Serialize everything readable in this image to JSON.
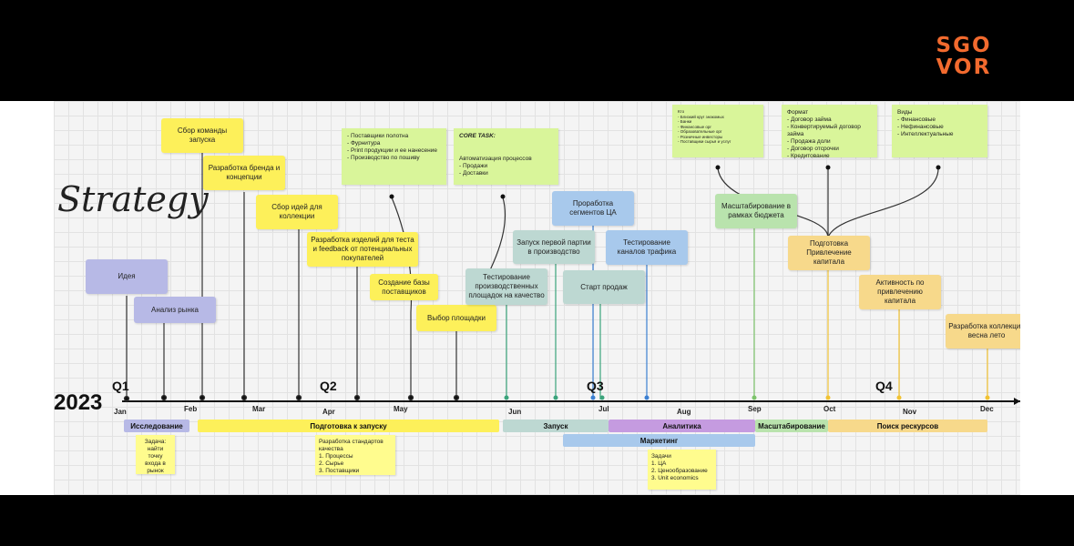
{
  "brand": {
    "logo_line1": "SGO",
    "logo_line2": "VOR",
    "accent": "#f26a2e"
  },
  "board": {
    "title": "Strategy",
    "year": "2023"
  },
  "quarters": [
    "Q1",
    "Q2",
    "Q3",
    "Q4"
  ],
  "months": [
    "Jan",
    "Feb",
    "Mar",
    "Apr",
    "May",
    "Jun",
    "Jul",
    "Aug",
    "Sep",
    "Oct",
    "Nov",
    "Dec"
  ],
  "milestones": [
    "Идея",
    "Анализ рынка",
    "Сбор команды запуска",
    "Разработка бренда и концепции",
    "Сбор идей для коллекции",
    "Разработка изделий для теста и feedback от потенциальных покупателей",
    "Создание базы поставщиков",
    "Выбор площадки",
    "Тестирование производственных площадок на качество",
    "Запуск первой партии в производство",
    "Проработка сегментов ЦА",
    "Старт продаж",
    "Тестирование каналов трафика",
    "Масштабирование в рамках бюджета",
    "Подготовка Привлечение капитала",
    "Активность по привлечению капитала",
    "Разработка коллекции весна лето"
  ],
  "notes": {
    "suppliers": "- Поставщики полотна\n- Фурнитура\n- Print продукции и ее нанесение\n- Производство по пошиву",
    "core_title": "CORE TASK:",
    "core_body": "Автоматизация процессов\n- Продажи\n- Доставки",
    "sources": "Кто\n- Близкий круг знакомых\n- Банки\n- Финансовые орг\n- Образовательные орг\n- Розничные инвесторы\n- Поставщики сырья и услуг",
    "format": "Формат\n- Договор займа\n- Конвертируемый договор займа\n- Продажа доли\n- Договор отсрочки\n- Кредитование",
    "types": "Виды\n- Финансовые\n- Нефинансовые\n- Интеллектуальные",
    "task_research": "Задача: найти точку входа в рынок",
    "standards": "Разработка стандартов качества\n1. Процессы\n2. Сырье\n3. Поставщики",
    "tasks_analytics": "Задачи\n1. ЦА\n2. Ценообразование\n3. Unit economics"
  },
  "phases": [
    "Исследование",
    "Подготовка к запуску",
    "Запуск",
    "Аналитика",
    "Маркетинг",
    "Масштабирование",
    "Поиск рескурсов"
  ],
  "colors": {
    "yellow": "#fdf05a",
    "lavender": "#b7b9e6",
    "teal": "#bdd8d2",
    "blue": "#a8c9ec",
    "green": "#b9e3ad",
    "orange": "#f7d98b",
    "purple": "#c59be0",
    "lime": "#d9f59a"
  }
}
